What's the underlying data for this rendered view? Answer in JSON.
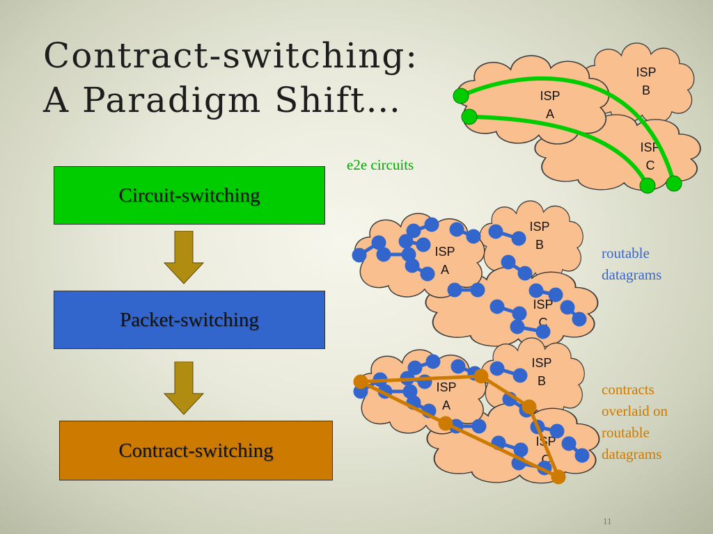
{
  "title": {
    "line1": "Contract-switching:",
    "line2": "A Paradigm Shift…"
  },
  "boxes": {
    "circuit": "Circuit-switching",
    "packet": "Packet-switching",
    "contract": "Contract-switching"
  },
  "labels": {
    "e2e": "e2e circuits",
    "routable": [
      "routable",
      "datagrams"
    ],
    "contracts": [
      "contracts",
      "overlaid on",
      "routable",
      "datagrams"
    ]
  },
  "isp": {
    "a": [
      "ISP",
      "A"
    ],
    "b": [
      "ISP",
      "B"
    ],
    "c": [
      "ISP",
      "C"
    ]
  },
  "colors": {
    "circuit": "#00cc00",
    "packet": "#3366cc",
    "contract": "#cc7a00",
    "cloud": "#f9bf8f",
    "arrow": "#b08c10"
  },
  "page_number": "11"
}
